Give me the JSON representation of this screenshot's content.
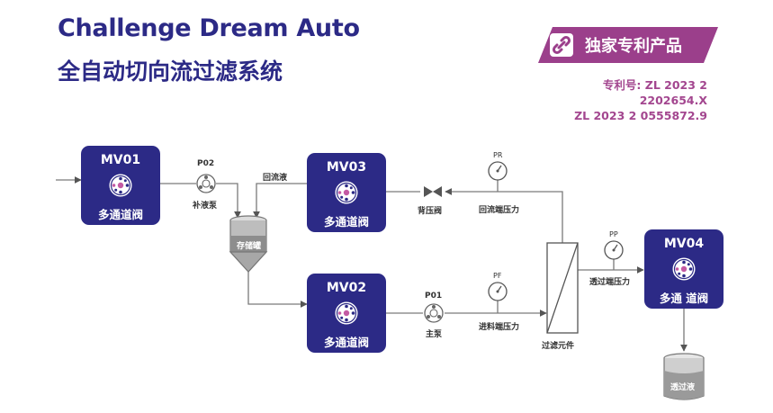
{
  "header": {
    "title_en": "Challenge Dream Auto",
    "title_cn": "全自动切向流过滤系统"
  },
  "badge": {
    "text": "独家专利产品",
    "color": "#9b3f8b"
  },
  "patent": {
    "line1": "专利号: ZL 2023 2 2202654.X",
    "line2": "ZL 2023 2 0555872.9"
  },
  "valves": {
    "mv01": {
      "name": "MV01",
      "label": "多通道阀"
    },
    "mv02": {
      "name": "MV02",
      "label": "多通道阀"
    },
    "mv03": {
      "name": "MV03",
      "label": "多通道阀"
    },
    "mv04": {
      "name": "MV04",
      "label": "多通 道阀"
    }
  },
  "components": {
    "pump_p02": {
      "name": "P02",
      "label": "补液泵"
    },
    "pump_p01": {
      "name": "P01",
      "label": "主泵"
    },
    "tank": {
      "label": "存储罐"
    },
    "return_line": {
      "label": "回流液"
    },
    "back_pressure_valve": {
      "label": "背压阀"
    },
    "return_pressure": {
      "symbol": "PR",
      "label": "回流端压力"
    },
    "feed_pressure": {
      "symbol": "PF",
      "label": "进料端压力"
    },
    "permeate_pressure": {
      "symbol": "PP",
      "label": "透过端压力"
    },
    "filter": {
      "label": "过滤元件"
    },
    "permeate_tank": {
      "label": "透过液"
    }
  },
  "colors": {
    "primary": "#2c2a86",
    "accent": "#9b3f8b",
    "line": "#7a7a7a"
  }
}
